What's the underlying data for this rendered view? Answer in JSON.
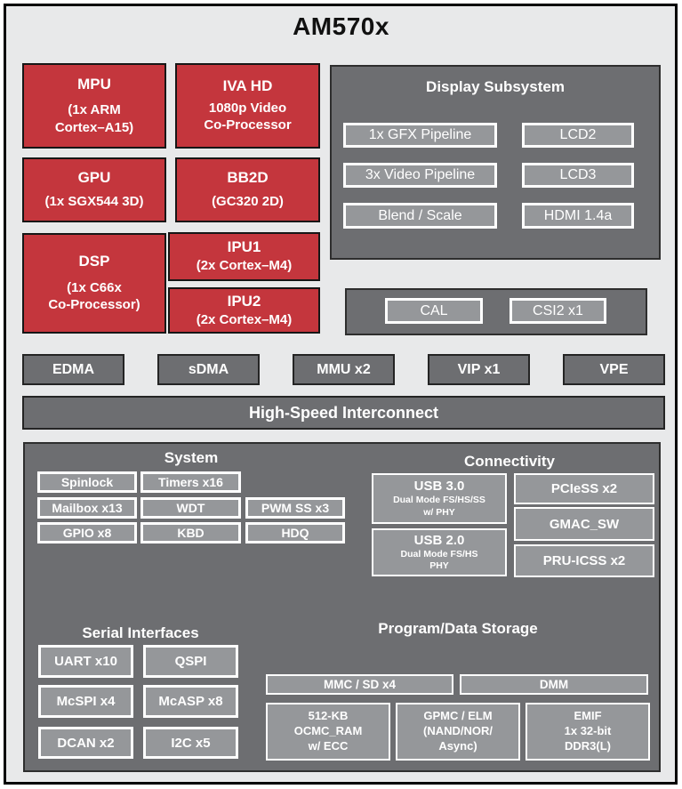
{
  "title": "AM570x",
  "colors": {
    "block_red": "#C4363D",
    "container_gray": "#6D6E71",
    "chip_gray": "#95979A",
    "canvas_background": "#E8E9EA",
    "text_on_blocks": "#FFFFFF",
    "frame_border": "#000000"
  },
  "compute": {
    "mpu": {
      "title": "MPU",
      "subtitle": "(1x ARM\nCortex–A15)"
    },
    "iva": {
      "title": "IVA HD",
      "subtitle": "1080p Video\nCo-Processor"
    },
    "gpu": {
      "title": "GPU",
      "subtitle": "(1x SGX544 3D)"
    },
    "bb2d": {
      "title": "BB2D",
      "subtitle": "(GC320 2D)"
    },
    "dsp": {
      "title": "DSP",
      "subtitle": "(1x C66x\nCo-Processor)"
    },
    "ipu1": {
      "title": "IPU1",
      "subtitle": "(2x Cortex–M4)"
    },
    "ipu2": {
      "title": "IPU2",
      "subtitle": "(2x Cortex–M4)"
    }
  },
  "display_subsystem": {
    "title": "Display Subsystem",
    "gfx": "1x GFX Pipeline",
    "video": "3x Video Pipeline",
    "blend": "Blend / Scale",
    "lcd2": "LCD2",
    "lcd3": "LCD3",
    "hdmi": "HDMI 1.4a"
  },
  "camera": {
    "cal": "CAL",
    "csi2": "CSI2 x1"
  },
  "dma_row": {
    "edma": "EDMA",
    "sdma": "sDMA",
    "mmu": "MMU x2",
    "vip": "VIP x1",
    "vpe": "VPE"
  },
  "interconnect": "High-Speed Interconnect",
  "system": {
    "title": "System",
    "spinlock": "Spinlock",
    "timers": "Timers x16",
    "mailbox": "Mailbox x13",
    "wdt": "WDT",
    "pwm": "PWM SS x3",
    "gpio": "GPIO x8",
    "kbd": "KBD",
    "hdq": "HDQ"
  },
  "connectivity": {
    "title": "Connectivity",
    "usb3": {
      "title": "USB 3.0",
      "subtitle": "Dual Mode FS/HS/SS\nw/ PHY"
    },
    "usb2": {
      "title": "USB 2.0",
      "subtitle": "Dual Mode FS/HS\nPHY"
    },
    "pciess": "PCIeSS x2",
    "gmac": "GMAC_SW",
    "pru": "PRU-ICSS x2"
  },
  "serial": {
    "title": "Serial Interfaces",
    "uart": "UART x10",
    "qspi": "QSPI",
    "mcspi": "McSPI x4",
    "mcasp": "McASP x8",
    "dcan": "DCAN x2",
    "i2c": "I2C x5"
  },
  "storage": {
    "title": "Program/Data Storage",
    "mmc": "MMC / SD x4",
    "dmm": "DMM",
    "ocmc": "512-KB\nOCMC_RAM\nw/ ECC",
    "gpmc": "GPMC / ELM\n(NAND/NOR/\nAsync)",
    "emif": "EMIF\n1x 32-bit\nDDR3(L)"
  }
}
